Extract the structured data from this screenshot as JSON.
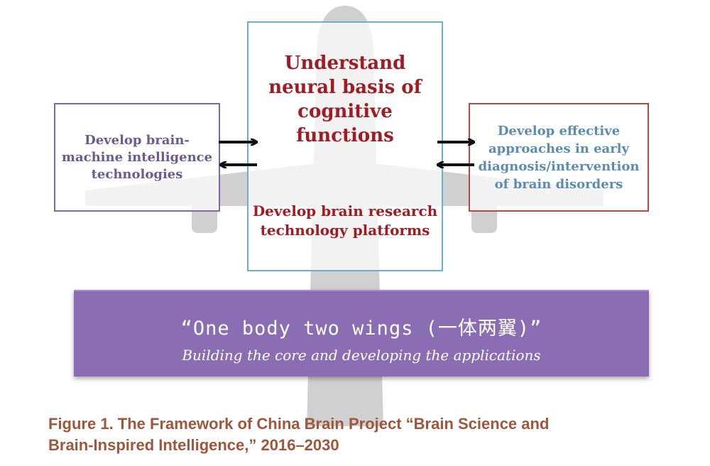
{
  "center": {
    "core": "Understand neural basis of cognitive functions",
    "platforms": "Develop brain research technology platforms"
  },
  "left": {
    "text": "Develop brain-machine intelligence technologies"
  },
  "right": {
    "text": "Develop effective approaches in early diagnosis/intervention of brain disorders"
  },
  "banner": {
    "title": "“One body two wings (一体两翼)”",
    "subtitle": "Building the core and developing the applications"
  },
  "caption": {
    "line1": "Figure 1.  The Framework of China Brain Project “Brain Science and",
    "line2": "Brain-Inspired Intelligence,” 2016–2030"
  },
  "colors": {
    "core_text": "#a01c22",
    "left_border": "#7c6aa6",
    "right_border": "#b04a48",
    "center_border": "#6ab0c8",
    "banner": "#8a6db3",
    "caption": "#a0563a"
  },
  "icons": {
    "background": "airplane-silhouette-icon",
    "arrows": "double-arrow-icon"
  }
}
